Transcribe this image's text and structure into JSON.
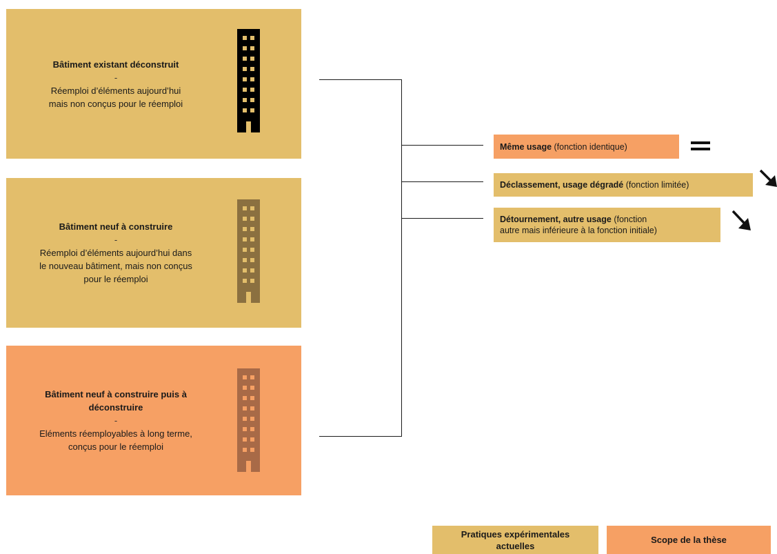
{
  "colors": {
    "tan": "#E3BE6B",
    "orange": "#F6A064",
    "dark_building": "#000000",
    "mid_building": "#8B7040",
    "brown_building": "#A86A47",
    "window_light": "#E3BE6B",
    "window_orange": "#F6A064"
  },
  "boxes": [
    {
      "title": "Bâtiment existant déconstruit",
      "separator": "-",
      "lines": [
        "Réemploi d’éléments aujourd’hui",
        "mais non conçus pour le réemploi"
      ],
      "color": "tan",
      "icon": "building-icon"
    },
    {
      "title": "Bâtiment neuf à construire",
      "separator": "-",
      "lines": [
        "Réemploi d’éléments aujourd’hui dans",
        "le nouveau bâtiment, mais non conçus",
        "pour le réemploi"
      ],
      "color": "tan",
      "icon": "building-icon"
    },
    {
      "title_lines": [
        "Bâtiment neuf à construire puis à",
        "déconstruire"
      ],
      "separator": "-",
      "lines": [
        "Eléments réemployables à long terme,",
        "conçus pour le réemploi"
      ],
      "color": "orange",
      "icon": "building-icon"
    }
  ],
  "outcomes": [
    {
      "bold": "Même usage",
      "rest": " (fonction identique)",
      "color": "orange",
      "icon": "equals-icon"
    },
    {
      "bold": "Déclassement, usage dégradé",
      "rest": " (fonction limitée)",
      "color": "tan",
      "icon": "arrow-down-right-icon"
    },
    {
      "bold": "Détournement, autre usage",
      "rest_line1": " (fonction",
      "rest_line2": "autre mais inférieure à la fonction initiale)",
      "color": "tan",
      "icon": "arrow-down-right-icon"
    }
  ],
  "legend": [
    {
      "label_line1": "Pratiques expérimentales",
      "label_line2": "actuelles",
      "color": "tan"
    },
    {
      "label": "Scope de la thèse",
      "color": "orange"
    }
  ]
}
